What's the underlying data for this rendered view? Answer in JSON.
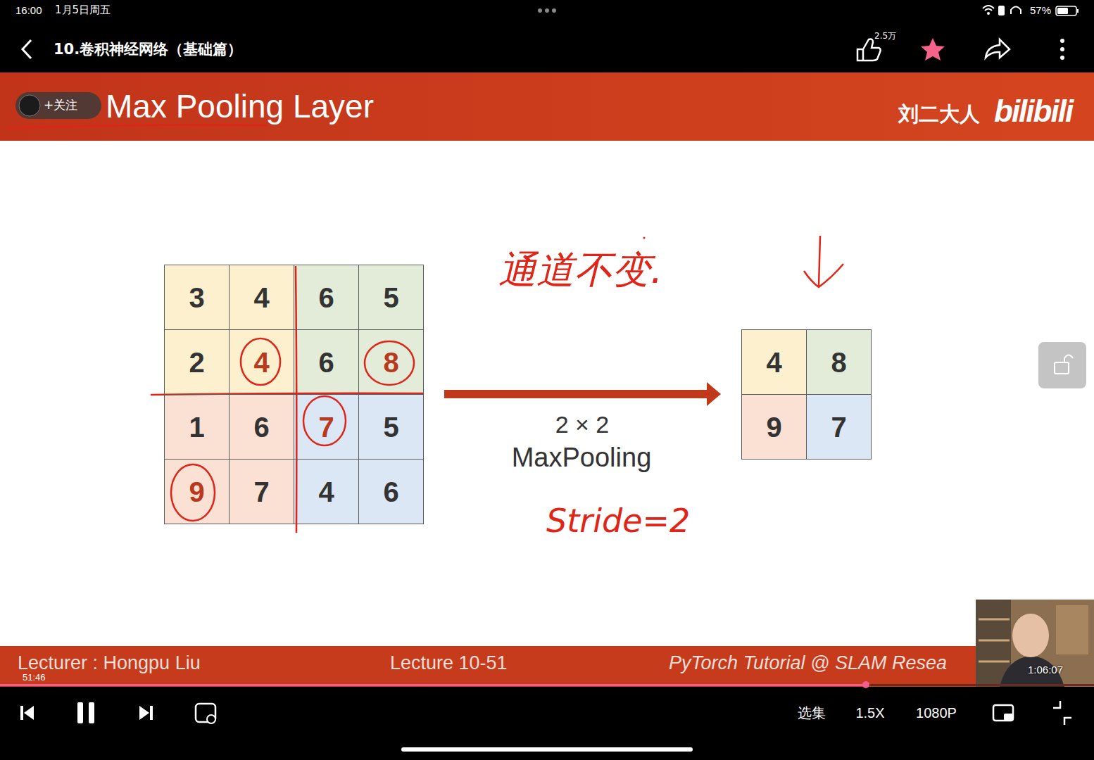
{
  "diagram": {
    "title": "Max Pooling Layer",
    "nodes": [
      {
        "text": [
          "3"
        ]
      },
      {
        "text": [
          "4"
        ]
      },
      {
        "text": [
          "6"
        ]
      },
      {
        "text": [
          "5"
        ]
      },
      {
        "text": [
          "2"
        ]
      },
      {
        "text": [
          "4"
        ]
      },
      {
        "text": [
          "6"
        ]
      },
      {
        "text": [
          "8"
        ]
      },
      {
        "text": [
          "1"
        ]
      },
      {
        "text": [
          "6"
        ]
      },
      {
        "text": [
          "7"
        ]
      },
      {
        "text": [
          "5"
        ]
      },
      {
        "text": [
          "9"
        ]
      },
      {
        "text": [
          "7"
        ]
      },
      {
        "text": [
          "4"
        ]
      },
      {
        "text": [
          "6"
        ]
      },
      {
        "text": [
          "4"
        ]
      },
      {
        "text": [
          "8"
        ]
      },
      {
        "text": [
          "9"
        ]
      },
      {
        "text": [
          "7"
        ]
      }
    ],
    "labels": [
      "16:00",
      "1月5日周五",
      "57%",
      "10.卷积神经网络（基础篇）",
      "2.5万",
      "+关注",
      "刘二大人",
      "bilibili",
      "通道不变.",
      "2 × 2",
      "MaxPooling",
      "Stride=2",
      "Lecturer : Hongpu Liu",
      "Lecture 10-51",
      "PyTorch Tutorial @ SLAM Resea",
      "51:46",
      "1:06:07",
      "选集",
      "1.5X",
      "1080P"
    ]
  }
}
